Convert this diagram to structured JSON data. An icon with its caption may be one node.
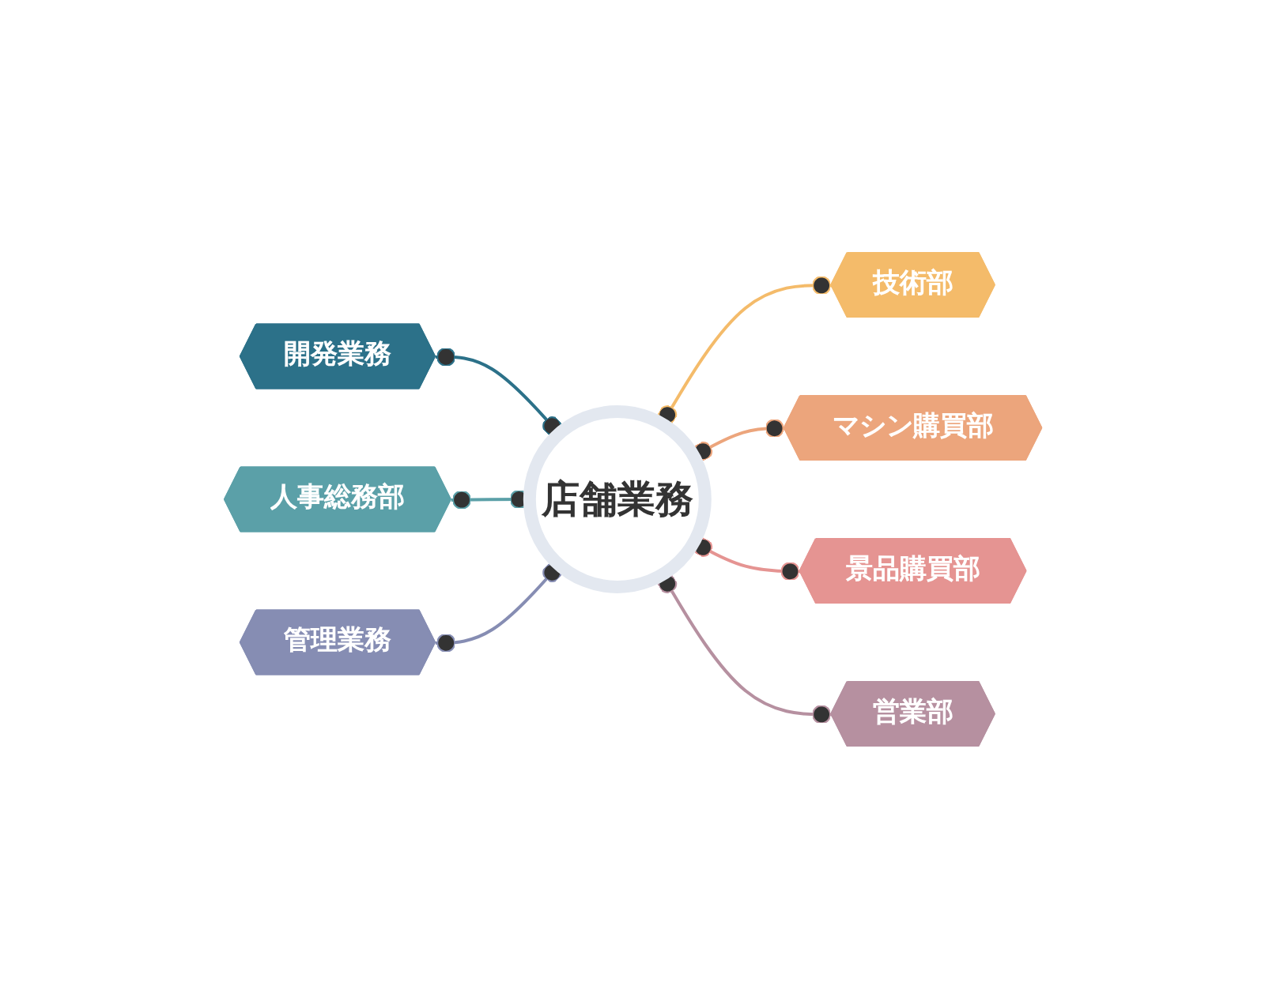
{
  "diagram": {
    "nodes": [
      {
        "text": [
          "開発業務"
        ]
      },
      {
        "text": [
          "技術部"
        ]
      },
      {
        "text": [
          "店舗業務"
        ]
      },
      {
        "text": [
          "人事総務部"
        ]
      },
      {
        "text": [
          "マシン購買部"
        ]
      },
      {
        "text": [
          "管理業務"
        ]
      },
      {
        "text": [
          "景品購買部"
        ]
      },
      {
        "text": [
          "営業部"
        ]
      }
    ],
    "edges": [
      {
        "from": 0,
        "to": 2,
        "arrow": "other",
        "color": "#2c7189"
      },
      {
        "from": 2,
        "to": 1,
        "arrow": "other",
        "color": "#f4bb6a"
      },
      {
        "from": 3,
        "to": 2,
        "arrow": "other",
        "color": "#5ba0a8"
      },
      {
        "from": 2,
        "to": 4,
        "arrow": "other",
        "color": "#eca57c"
      },
      {
        "from": 5,
        "to": 2,
        "arrow": "other",
        "color": "#868db3"
      },
      {
        "from": 2,
        "to": 6,
        "arrow": "other",
        "color": "#e59492"
      },
      {
        "from": 2,
        "to": 7,
        "arrow": "other",
        "color": "#b690a0"
      }
    ]
  }
}
